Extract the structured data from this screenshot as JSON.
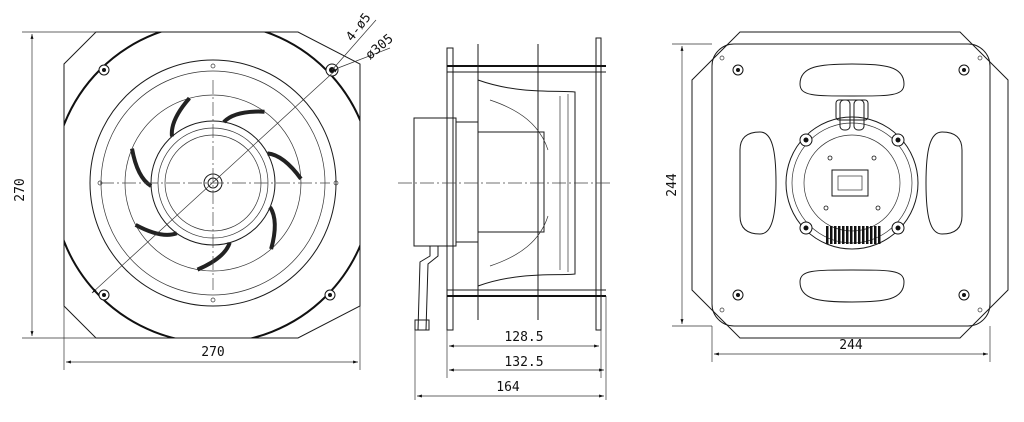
{
  "dimensions": {
    "front_height": "270",
    "front_width": "270",
    "hole_spec": "4-ø5",
    "impeller_dia": "ø305",
    "side_d1": "128.5",
    "side_d2": "132.5",
    "side_d3": "164",
    "back_height": "244",
    "back_width": "244"
  }
}
